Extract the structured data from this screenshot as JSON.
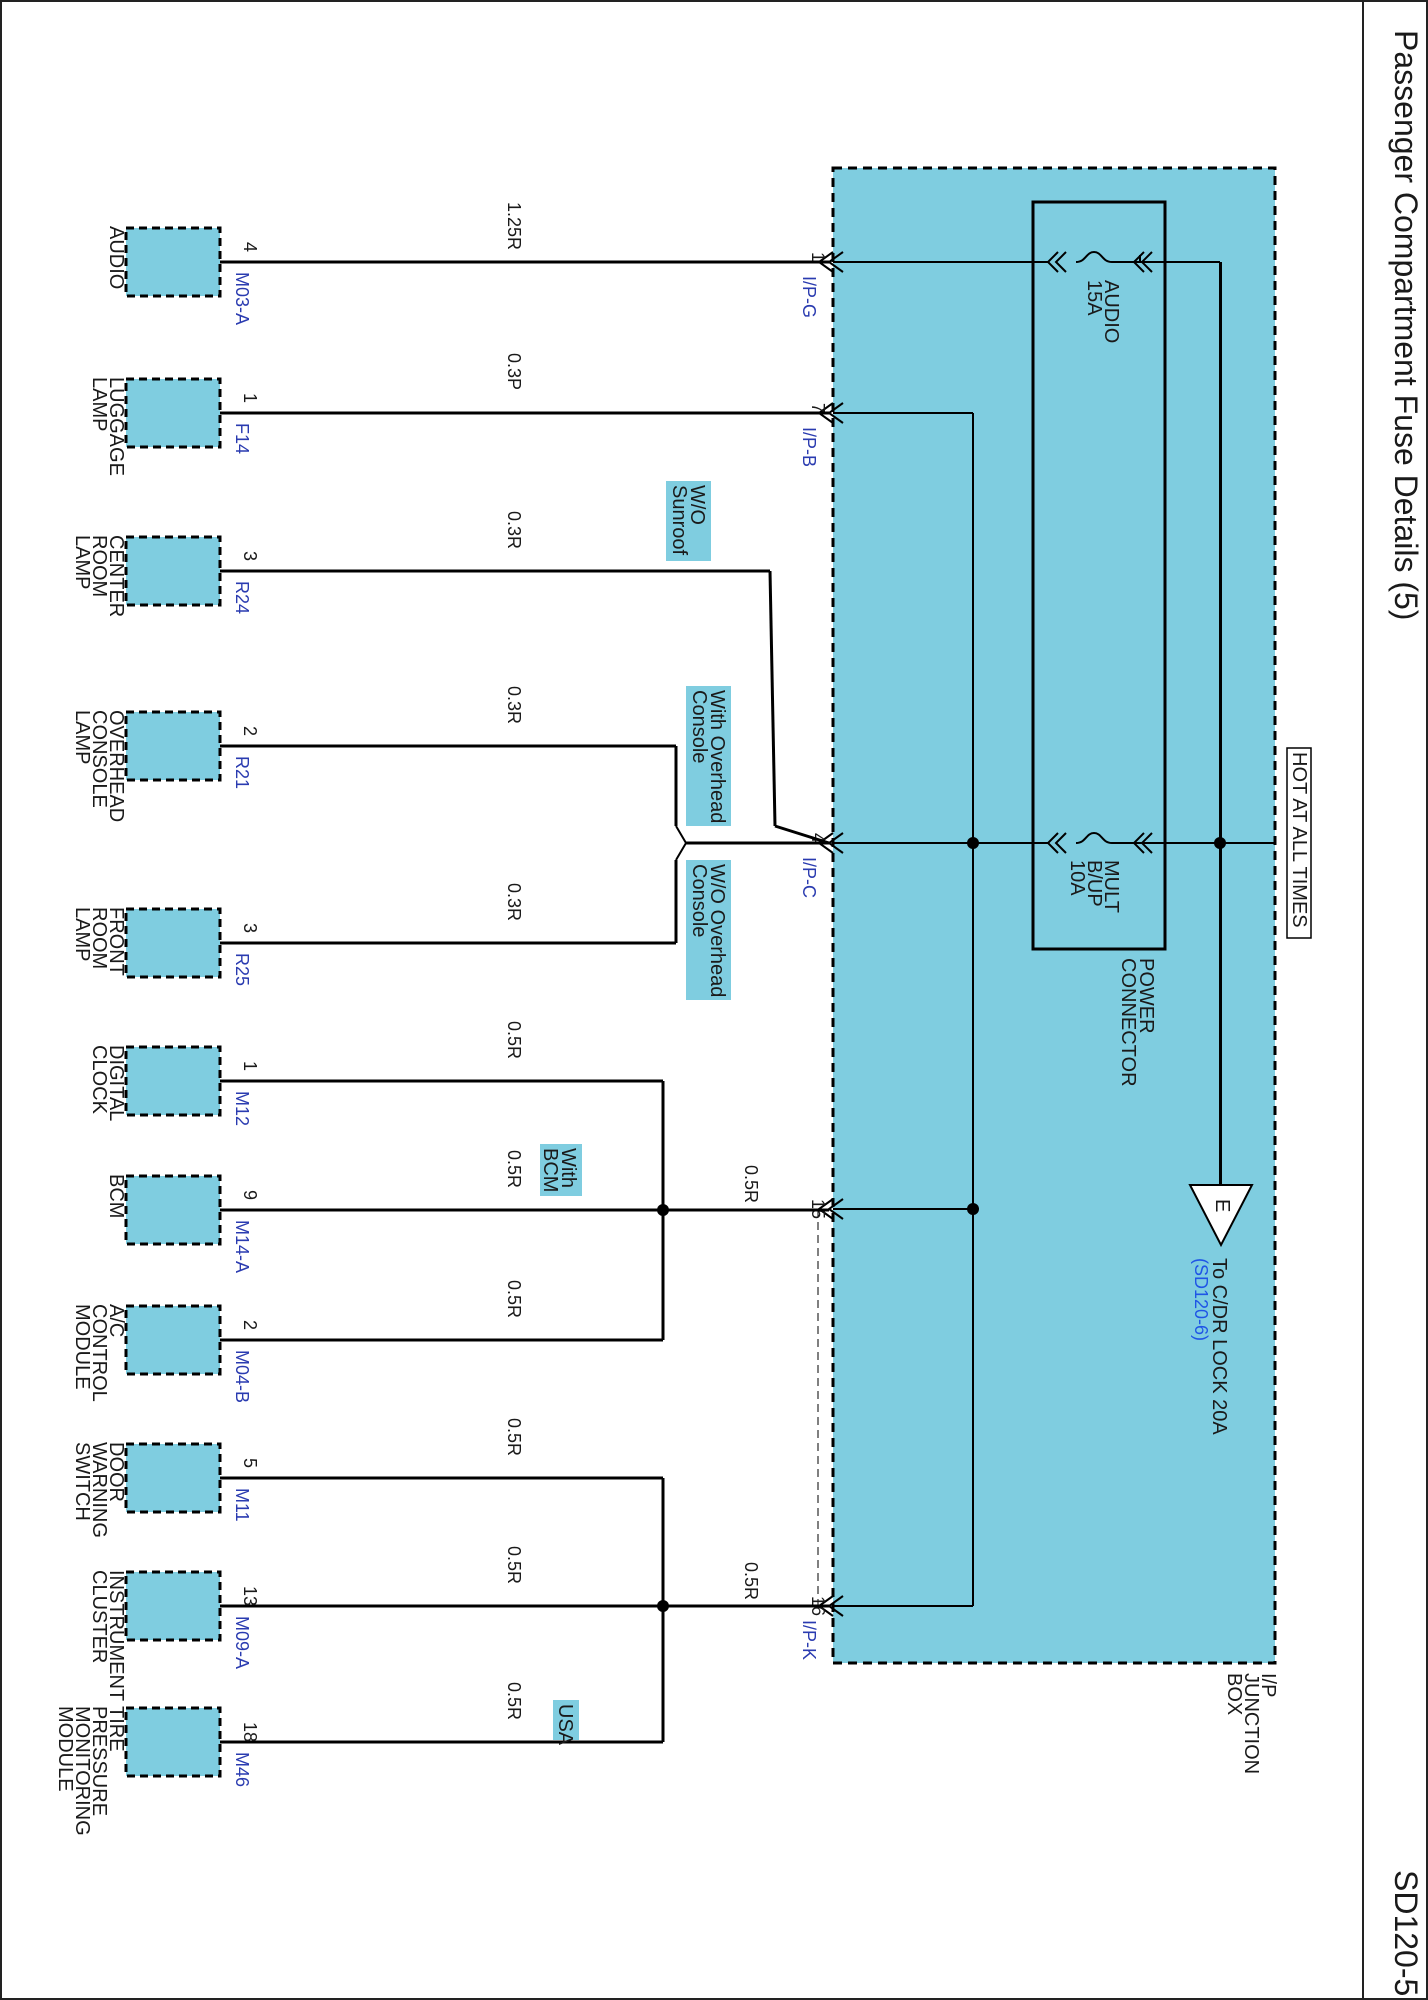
{
  "page": {
    "title": "Passenger Compartment Fuse Details (5)",
    "code": "SD120-5"
  },
  "junction_box": {
    "label_lines": [
      "I/P",
      "JUNCTION",
      "BOX"
    ],
    "power_connector_lines": [
      "POWER",
      "CONNECTOR"
    ],
    "hot_label": "HOT AT ALL TIMES",
    "fuses": [
      {
        "name": "AUDIO",
        "rating": "15A",
        "lines": [
          "AUDIO",
          "15A"
        ]
      },
      {
        "name": "MULT B/UP",
        "rating": "10A",
        "lines": [
          "MULT",
          "B/UP",
          "10A"
        ]
      }
    ],
    "ground": {
      "symbol": "E",
      "lines": [
        "To C/DR LOCK 20A"
      ],
      "reference": "(SD120-6)"
    }
  },
  "pins": [
    {
      "pin": "1",
      "connector": "I/P-G"
    },
    {
      "pin": "7",
      "connector": "I/P-B"
    },
    {
      "pin": "4",
      "connector": "I/P-C"
    },
    {
      "pin": "15",
      "connector": ""
    },
    {
      "pin": "16",
      "connector": "I/P-K"
    }
  ],
  "components": [
    {
      "lines": [
        "AUDIO"
      ],
      "pin": "4",
      "connector": "M03-A",
      "wire": "1.25R"
    },
    {
      "lines": [
        "LUGGAGE",
        "LAMP"
      ],
      "pin": "1",
      "connector": "F14",
      "wire": "0.3P"
    },
    {
      "lines": [
        "CENTER",
        "ROOM",
        "LAMP"
      ],
      "pin": "3",
      "connector": "R24",
      "wire": "0.3R"
    },
    {
      "lines": [
        "OVERHEAD",
        "CONSOLE",
        "LAMP"
      ],
      "pin": "2",
      "connector": "R21",
      "wire": "0.3R"
    },
    {
      "lines": [
        "FRONT",
        "ROOM",
        "LAMP"
      ],
      "pin": "3",
      "connector": "R25",
      "wire": "0.3R"
    },
    {
      "lines": [
        "DIGITAL",
        "CLOCK"
      ],
      "pin": "1",
      "connector": "M12",
      "wire": "0.5R"
    },
    {
      "lines": [
        "BCM"
      ],
      "pin": "9",
      "connector": "M14-A",
      "wire": "0.5R"
    },
    {
      "lines": [
        "A/C",
        "CONTROL",
        "MODULE"
      ],
      "pin": "2",
      "connector": "M04-B",
      "wire": "0.5R"
    },
    {
      "lines": [
        "DOOR",
        "WARNING",
        "SWITCH"
      ],
      "pin": "5",
      "connector": "M11",
      "wire": "0.5R"
    },
    {
      "lines": [
        "INSTRUMENT",
        "CLUSTER"
      ],
      "pin": "13",
      "connector": "M09-A",
      "wire": "0.5R"
    },
    {
      "lines": [
        "TIRE",
        "PRESSURE",
        "MONITORING",
        "MODULE"
      ],
      "pin": "18",
      "connector": "M46",
      "wire": "0.5R"
    }
  ],
  "trunk_wires": [
    "0.5R",
    "0.5R"
  ],
  "options": [
    {
      "lines": [
        "W/O",
        "Sunroof"
      ]
    },
    {
      "lines": [
        "With Overhead",
        "Console"
      ]
    },
    {
      "lines": [
        "W/O Overhead",
        "Console"
      ]
    },
    {
      "lines": [
        "With",
        "BCM"
      ]
    },
    {
      "lines": [
        "USA"
      ]
    }
  ],
  "colors": {
    "box_fill": "#7fcde0",
    "wire": "#000000",
    "connector_text": "#2a3bb0",
    "link_text": "#1f55e6"
  }
}
